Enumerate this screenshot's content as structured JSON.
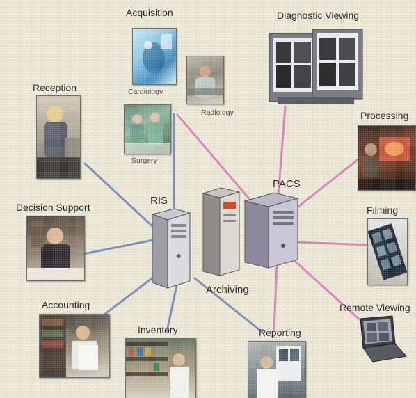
{
  "nodes": {
    "acquisition": "Acquisition",
    "cardiology": "Cardiology",
    "radiology": "Radiology",
    "surgery": "Surgery",
    "diagnostic_viewing": "Diagnostic Viewing",
    "reception": "Reception",
    "processing": "Processing",
    "decision_support": "Decision Support",
    "ris": "RIS",
    "pacs": "PACS",
    "filming": "Filming",
    "archiving": "Archiving",
    "accounting": "Accounting",
    "remote_viewing": "Remote Viewing",
    "inventory": "Inventory",
    "reporting": "Reporting"
  },
  "colors": {
    "ris_link": "#7d8fbd",
    "pacs_link": "#d887b8",
    "background": "#ece8d6"
  },
  "icons": [
    "ris-server-icon",
    "pacs-server-icon",
    "archive-server-icon",
    "monitor-icon",
    "laptop-icon"
  ]
}
